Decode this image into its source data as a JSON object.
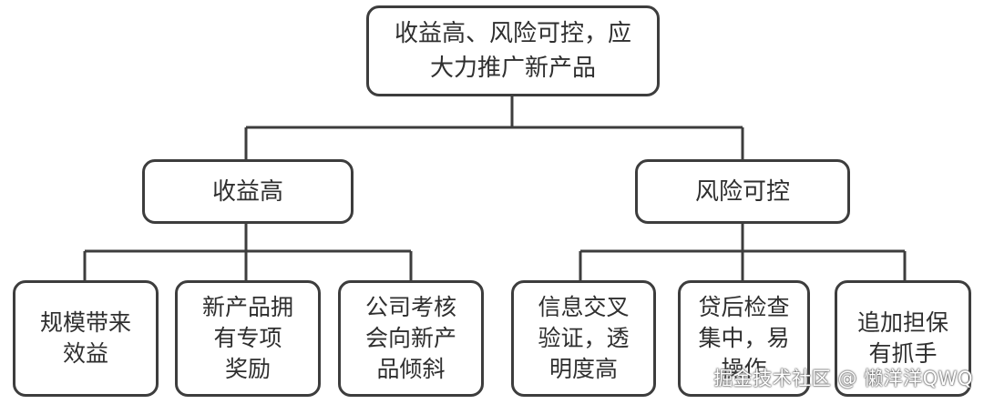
{
  "diagram": {
    "root": {
      "label": "收益高、风险可控，应\n大力推广新产品"
    },
    "branches": [
      {
        "label": "收益高",
        "children": [
          {
            "label": "规模带来\n效益"
          },
          {
            "label": "新产品拥\n有专项\n奖励"
          },
          {
            "label": "公司考核\n会向新产\n品倾斜"
          }
        ]
      },
      {
        "label": "风险可控",
        "children": [
          {
            "label": "信息交叉\n验证，透\n明度高"
          },
          {
            "label": "贷后检查\n集中，易\n操作"
          },
          {
            "label": "追加担保\n有抓手"
          }
        ]
      }
    ]
  },
  "watermark": "掘金技术社区 @ 懒洋洋QWQ",
  "colors": {
    "stroke": "#3d3d3d",
    "text": "#2f2f2f",
    "background": "#ffffff"
  }
}
